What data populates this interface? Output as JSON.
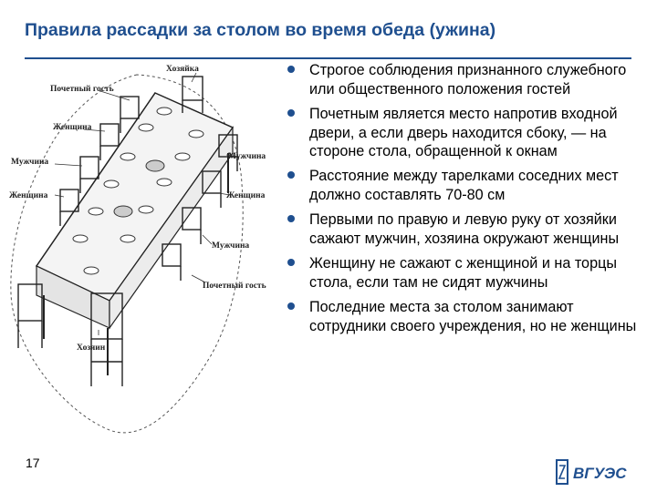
{
  "title": "Правила рассадки за столом во время обеда (ужина)",
  "page_number": "17",
  "illustration": {
    "labels": {
      "hostess": "Хозяйка",
      "guest_of_honor_top": "Почетный гость",
      "woman_left_1": "Женщина",
      "man_left": "Мужчина",
      "woman_left_2": "Женщина",
      "man_right_1": "Мужчина",
      "woman_right": "Женщина",
      "man_right_2": "Мужчина",
      "guest_of_honor_bottom": "Почетный гость",
      "host": "Хозяин"
    }
  },
  "bullets": [
    "Строгое соблюдения признанного служебного или общественного положения гостей",
    "Почетным является место напротив входной двери, а если дверь находится сбоку, — на стороне стола, обращенной к окнам",
    "Расстояние между тарелками соседних мест должно составлять 70-80 см",
    "Первыми по правую и левую руку от хозяйки сажают мужчин, хозяина окружают женщины",
    "Женщину не сажают с женщиной и на торцы стола, если там не сидят мужчины",
    "Последние места за столом занимают сотрудники своего учреждения, но не женщины"
  ],
  "logo": {
    "text": "ВГУЭС",
    "color": "#1f4f8f"
  },
  "colors": {
    "title": "#1f4f8f",
    "bullet": "#1f4f8f"
  }
}
